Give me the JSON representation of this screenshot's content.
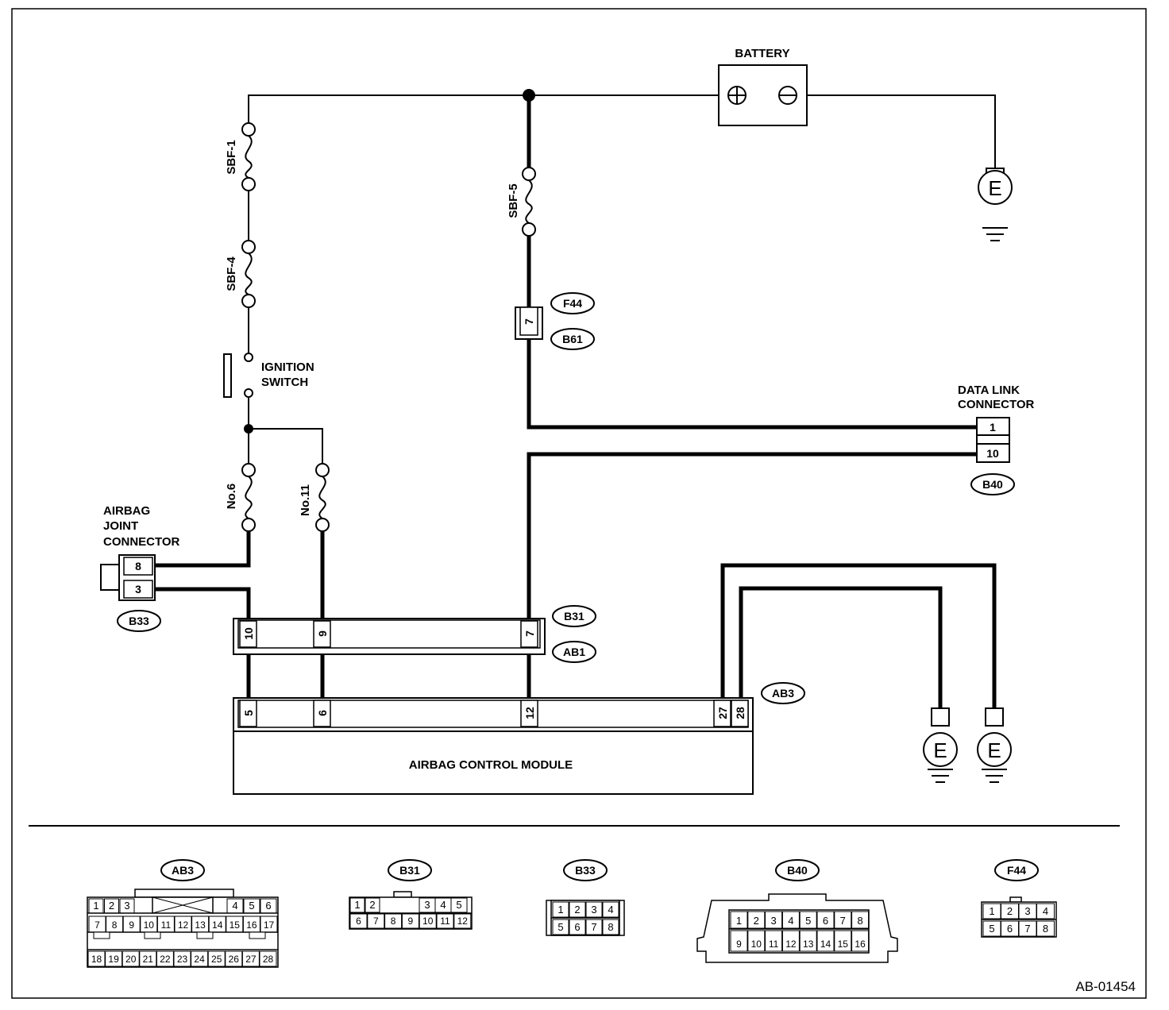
{
  "labels": {
    "battery": "BATTERY",
    "sbf1": "SBF-1",
    "sbf4": "SBF-4",
    "sbf5": "SBF-5",
    "ignition_line1": "IGNITION",
    "ignition_line2": "SWITCH",
    "no6": "No.6",
    "no11": "No.11",
    "airbag_joint_1": "AIRBAG",
    "airbag_joint_2": "JOINT",
    "airbag_joint_3": "CONNECTOR",
    "data_link_1": "DATA LINK",
    "data_link_2": "CONNECTOR",
    "module": "AIRBAG CONTROL MODULE",
    "ground": "E",
    "plus": "+",
    "minus": "−",
    "ref_code": "AB-01454"
  },
  "connectors": {
    "F44": "F44",
    "B61": "B61",
    "B40": "B40",
    "B33": "B33",
    "B31": "B31",
    "AB1": "AB1",
    "AB3": "AB3"
  },
  "pins": {
    "f44": "7",
    "dlc_top": "1",
    "dlc_bottom": "10",
    "joint_top": "8",
    "joint_bottom": "3",
    "b31_a": "10",
    "b31_b": "9",
    "b31_c": "7",
    "ab3_a": "5",
    "ab3_b": "6",
    "ab3_c": "12",
    "ab3_d": "27",
    "ab3_e": "28"
  },
  "legend": {
    "ab3": {
      "label": "AB3",
      "rows": [
        [
          "1",
          "2",
          "3",
          "4",
          "5",
          "6"
        ],
        [
          "7",
          "8",
          "9",
          "10",
          "11",
          "12",
          "13",
          "14",
          "15",
          "16",
          "17"
        ],
        [
          "18",
          "19",
          "20",
          "21",
          "22",
          "23",
          "24",
          "25",
          "26",
          "27",
          "28"
        ]
      ]
    },
    "b31": {
      "label": "B31",
      "rows": [
        [
          "1",
          "2",
          "3",
          "4",
          "5"
        ],
        [
          "6",
          "7",
          "8",
          "9",
          "10",
          "11",
          "12"
        ]
      ]
    },
    "b33": {
      "label": "B33",
      "rows": [
        [
          "1",
          "2",
          "3",
          "4"
        ],
        [
          "5",
          "6",
          "7",
          "8"
        ]
      ]
    },
    "b40": {
      "label": "B40",
      "rows": [
        [
          "1",
          "2",
          "3",
          "4",
          "5",
          "6",
          "7",
          "8"
        ],
        [
          "9",
          "10",
          "11",
          "12",
          "13",
          "14",
          "15",
          "16"
        ]
      ]
    },
    "f44": {
      "label": "F44",
      "rows": [
        [
          "1",
          "2",
          "3",
          "4"
        ],
        [
          "5",
          "6",
          "7",
          "8"
        ]
      ]
    }
  }
}
